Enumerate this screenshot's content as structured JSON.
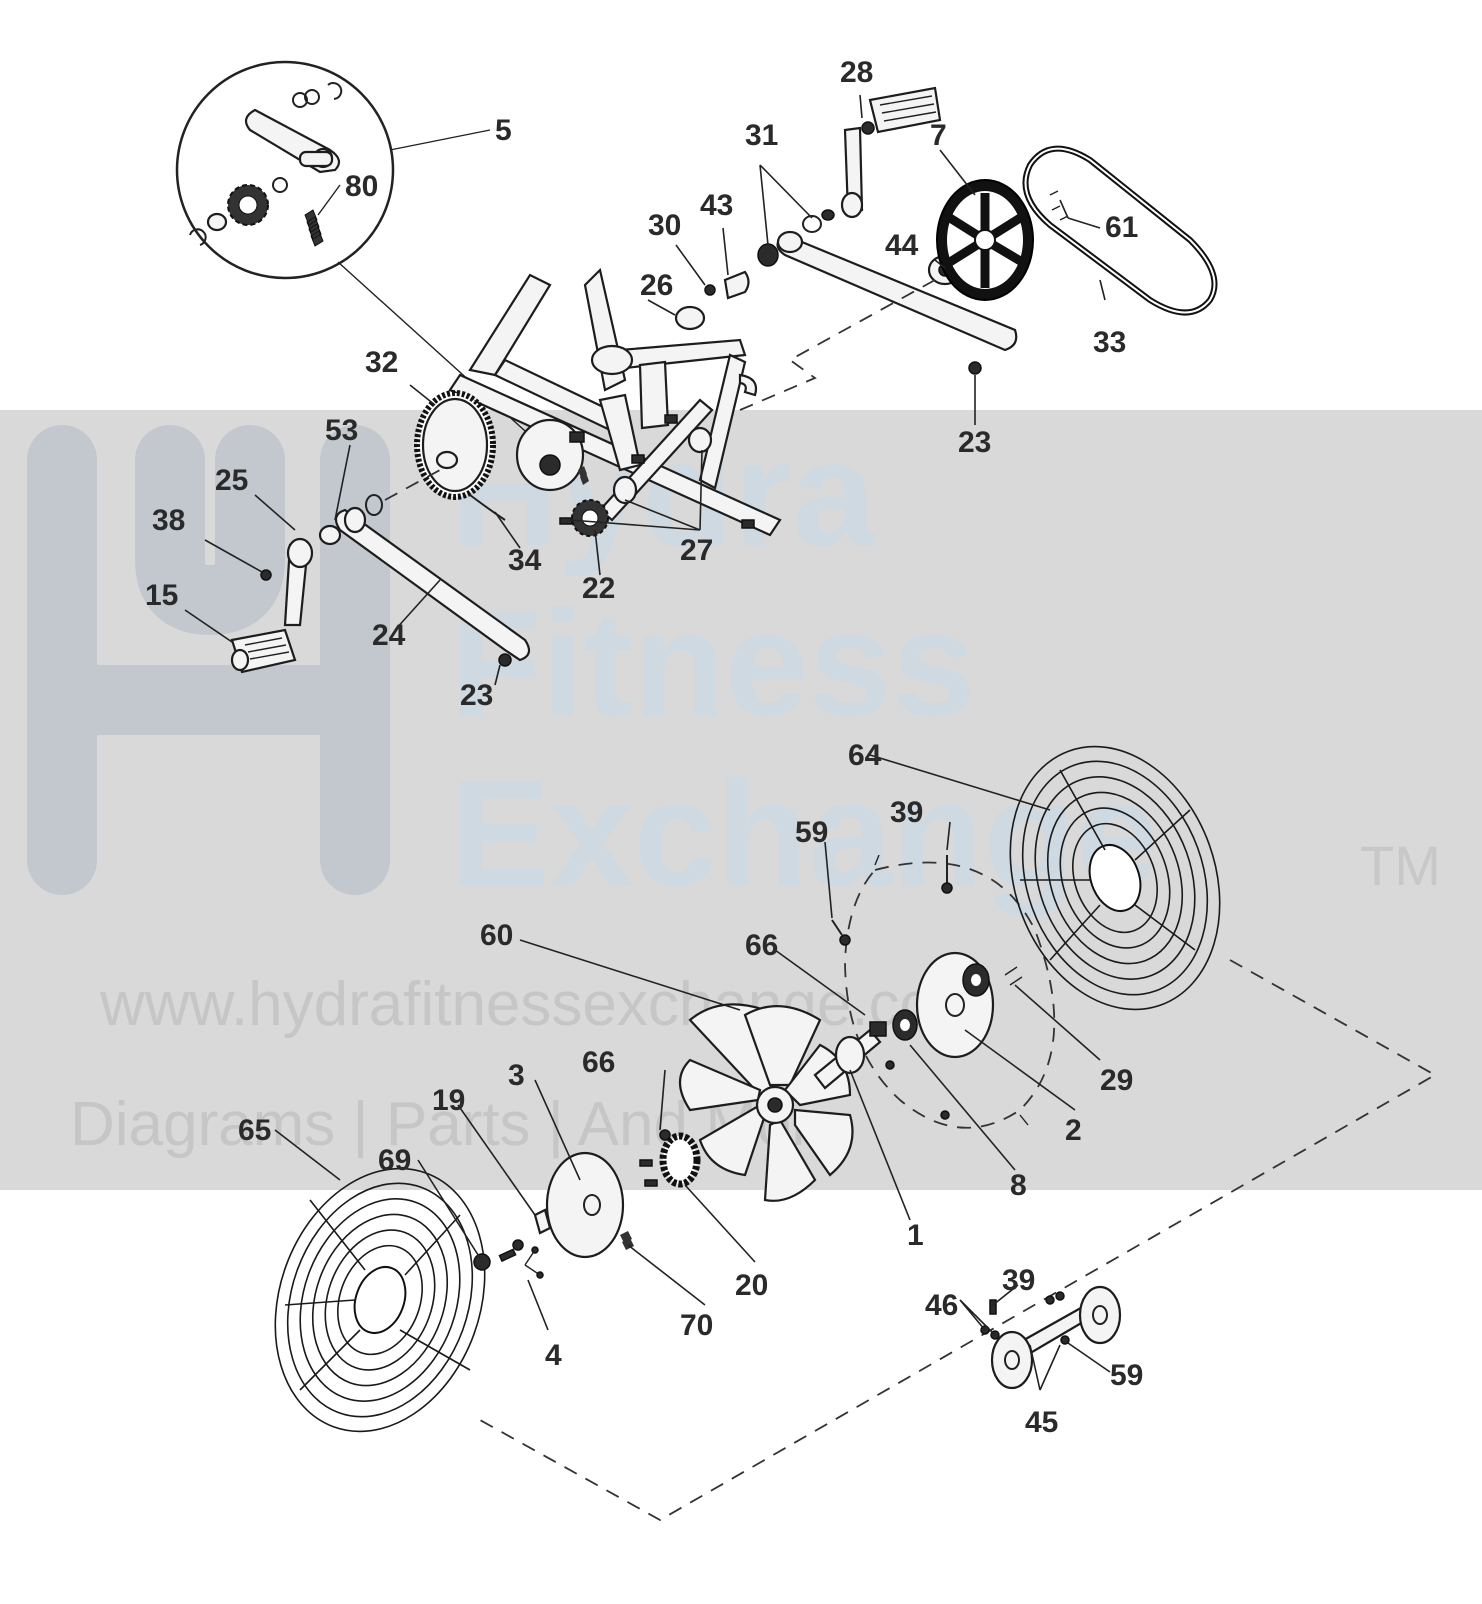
{
  "watermark": {
    "line1": "Hydra",
    "line2": "Fitness",
    "line3": "Exchange",
    "trademark": "TM",
    "url": "www.hydrafitnessexchange.com",
    "tagline": "Diagrams | Parts | And More",
    "band_color": "#d9d9d9",
    "logo_color": "#c2c8ce",
    "word_color": "#cfd9e1"
  },
  "callouts": {
    "c5": "5",
    "c80": "80",
    "c28": "28",
    "c7": "7",
    "c31": "31",
    "c43": "43",
    "c30": "30",
    "c26": "26",
    "c44": "44",
    "c61": "61",
    "c33": "33",
    "c23a": "23",
    "c32": "32",
    "c53": "53",
    "c25": "25",
    "c38": "38",
    "c34": "34",
    "c27": "27",
    "c22": "22",
    "c15": "15",
    "c24": "24",
    "c23b": "23",
    "c64": "64",
    "c39a": "39",
    "c59a": "59",
    "c60": "60",
    "c66a": "66",
    "c29": "29",
    "c2": "2",
    "c3": "3",
    "c66b": "66",
    "c19": "19",
    "c65": "65",
    "c69": "69",
    "c8": "8",
    "c1": "1",
    "c20": "20",
    "c70": "70",
    "c4": "4",
    "c39b": "39",
    "c46": "46",
    "c59b": "59",
    "c45": "45"
  }
}
